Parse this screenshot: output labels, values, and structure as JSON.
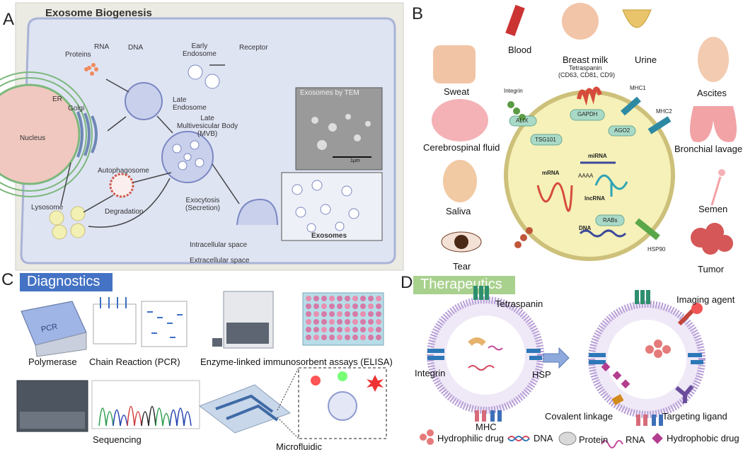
{
  "panels": {
    "a": {
      "letter": "A",
      "title": "Exosome Biogenesis"
    },
    "b": {
      "letter": "B"
    },
    "c": {
      "letter": "C",
      "banner": "Diagnostics"
    },
    "d": {
      "letter": "D",
      "banner": "Therapeutics"
    }
  },
  "panel_a": {
    "labels": {
      "proteins": "Proteins",
      "rna": "RNA",
      "dna": "DNA",
      "early_endosome": "Early\nEndosome",
      "receptor": "Receptor",
      "er": "ER",
      "golgi": "Golgi",
      "nucleus": "Nucleus",
      "late_endosome": "Late\nEndosome",
      "mvb": "Late\nMultivesicular Body\n(MVB)",
      "autophagosome": "Autophagosome",
      "lysosome": "Lysosome",
      "degradation": "Degradation",
      "exocytosis": "Exocytosis\n(Secretion)",
      "tem": "Exosomes by TEM",
      "scale": "1μm",
      "exosomes": "Exosomes",
      "intracellular": "Intracellular space",
      "extracellular": "Extracellular space"
    }
  },
  "panel_b": {
    "fluids": {
      "blood": "Blood",
      "breast_milk": "Breast milk",
      "urine": "Urine",
      "sweat": "Sweat",
      "csf": "Cerebrospinal fluid",
      "saliva": "Saliva",
      "tear": "Tear",
      "ascites": "Ascites",
      "bronchial": "Bronchial lavage",
      "semen": "Semen",
      "tumor": "Tumor"
    },
    "markers": {
      "tetraspanin": "Tetraspanin",
      "tetraspanin_list": "(CD63, CD81, CD9)",
      "integrin": "Integrin",
      "mhc1": "MHC1",
      "mhc2": "MHC2",
      "alix": "ALIX",
      "gapdh": "GAPDH",
      "tsg101": "TSG101",
      "ago2": "AGO2",
      "mirna": "miRNA",
      "mrna": "mRNA",
      "aaaa": "AAAA",
      "lncrna": "lncRNA",
      "rabs": "RABs",
      "dna": "DNA",
      "hsp90": "HSP90"
    }
  },
  "panel_c": {
    "pcr_device": "PCR",
    "pcr_caption_1": "Polymerase",
    "pcr_caption_2": "Chain Reaction (PCR)",
    "elisa_caption_1": "Enzyme-linked",
    "elisa_caption_2": "immunosorbent assays (ELISA)",
    "sequencing": "Sequencing",
    "microfluidic": "Microfluidic"
  },
  "panel_d": {
    "tetraspanin": "Tetraspanin",
    "imaging_agent": "Imaging agent",
    "integrin": "Integrin",
    "hsp": "HSP",
    "mhc": "MHC",
    "covalent": "Covalent linkage",
    "targeting": "Targeting ligand",
    "legend": {
      "hydrophilic": "Hydrophilic drug",
      "dna": "DNA",
      "protein": "Protein",
      "rna": "RNA",
      "hydrophobic": "Hydrophobic drug"
    }
  },
  "colors": {
    "diag_banner": "#4472c4",
    "thera_banner": "#a9d18e",
    "panel_a_bg": "#ecebe3",
    "cell_fill": "#dfe4f3",
    "exosome_fill": "#f5f1b8"
  }
}
